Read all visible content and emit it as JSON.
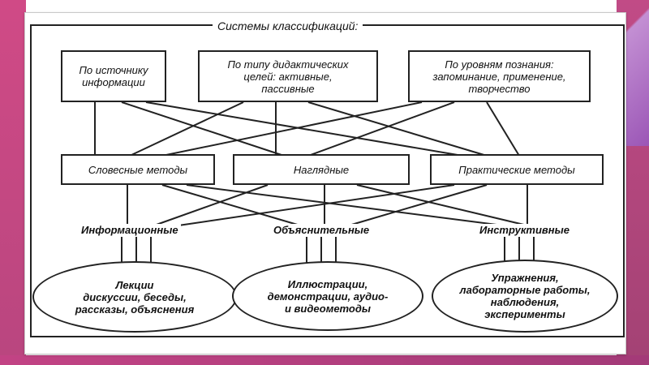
{
  "title": "Системы классификаций:",
  "top_boxes": [
    "По источнику\nинформации",
    "По типу дидактических\nцелей: активные,\nпассивные",
    "По уровням познания:\nзапоминание, применение,\nтворчество"
  ],
  "method_boxes": [
    "Словесные методы",
    "Наглядные",
    "Практические методы"
  ],
  "labels": [
    "Информационные",
    "Объяснительные",
    "Инструктивные"
  ],
  "ellipses": [
    "Лекции\nдискуссии, беседы,\nрассказы, объяснения",
    "Иллюстрации,\nдемонстрации, аудио-\nи видеометоды",
    "Упражнения,\nлабораторные работы,\nнаблюдения,\nэксперименты"
  ],
  "colors": {
    "frame_line": "#222222",
    "accent_magenta": "#c2437f",
    "accent_purple": "#9b56b6"
  }
}
